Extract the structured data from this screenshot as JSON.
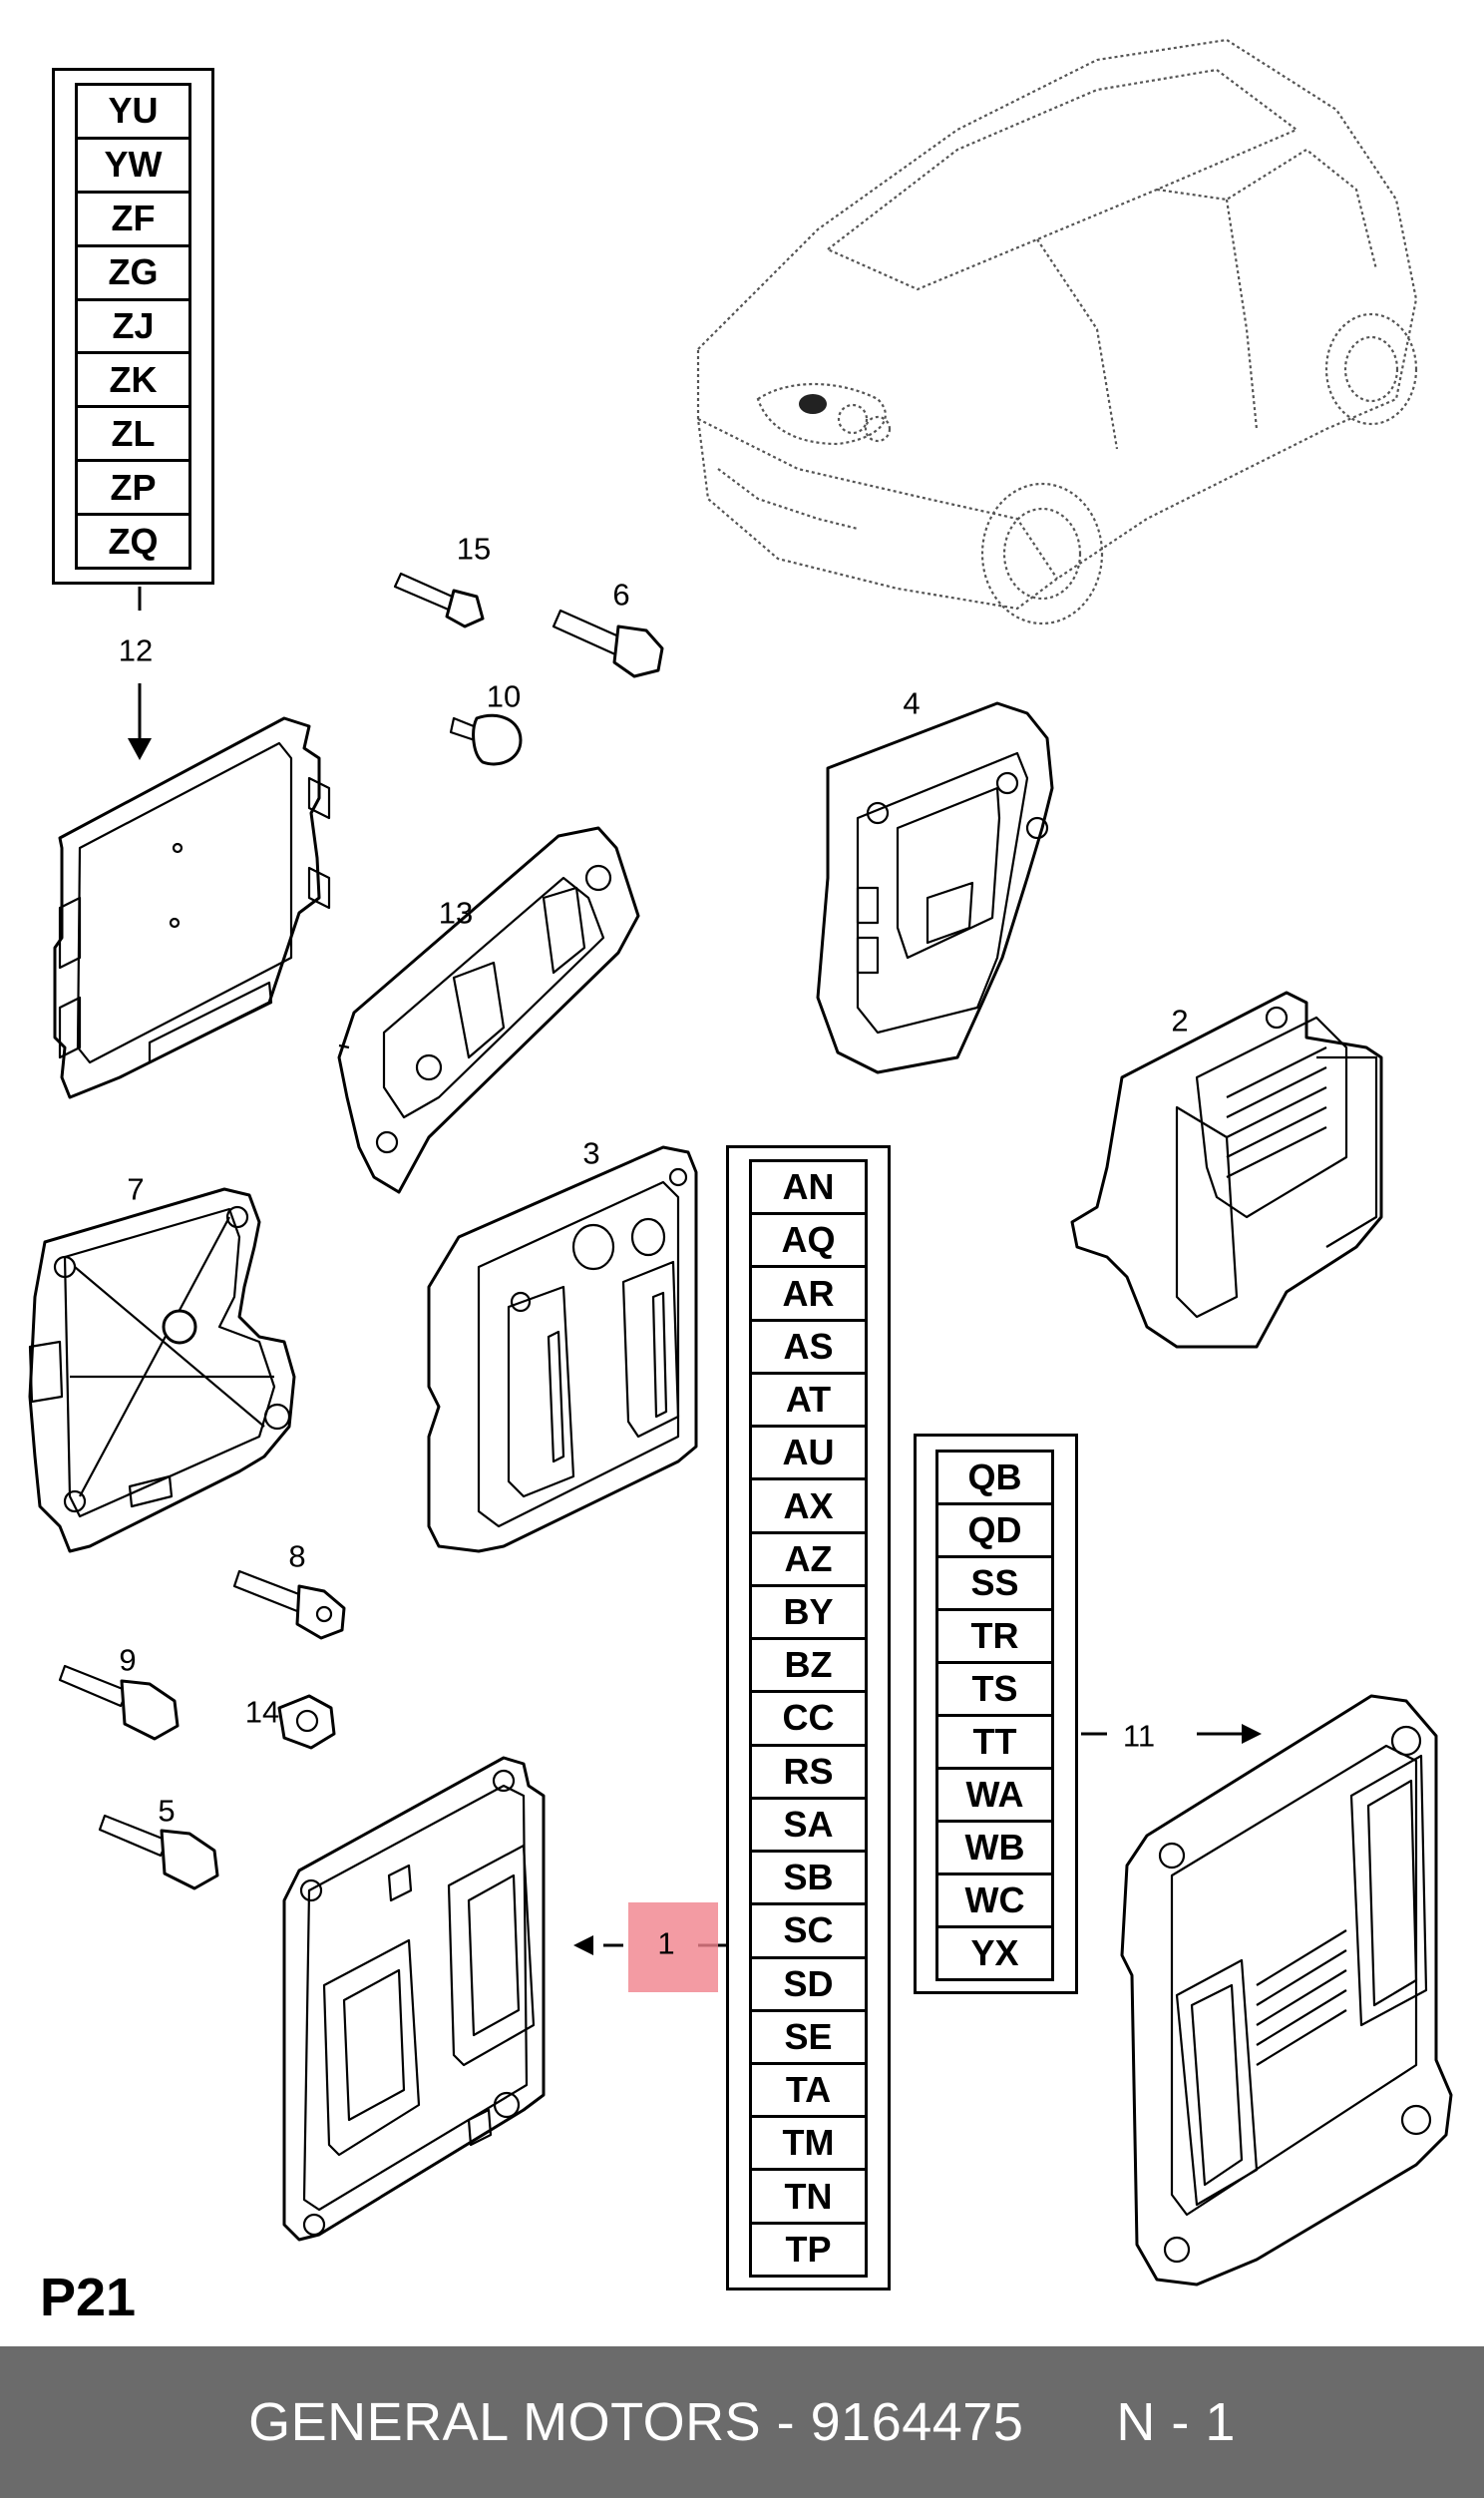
{
  "codes": {
    "group_12": [
      "YU",
      "YW",
      "ZF",
      "ZG",
      "ZJ",
      "ZK",
      "ZL",
      "ZP",
      "ZQ"
    ],
    "group_1": [
      "AN",
      "AQ",
      "AR",
      "AS",
      "AT",
      "AU",
      "AX",
      "AZ",
      "BY",
      "BZ",
      "CC",
      "RS",
      "SA",
      "SB",
      "SC",
      "SD",
      "SE",
      "TA",
      "TM",
      "TN",
      "TP"
    ],
    "group_11": [
      "QB",
      "QD",
      "SS",
      "TR",
      "TS",
      "TT",
      "WA",
      "WB",
      "WC",
      "YX"
    ]
  },
  "callouts": {
    "n1": "1",
    "n2": "2",
    "n3": "3",
    "n4": "4",
    "n5": "5",
    "n6": "6",
    "n7": "7",
    "n8": "8",
    "n9": "9",
    "n10": "10",
    "n11": "11",
    "n12": "12",
    "n13": "13",
    "n14": "14",
    "n15": "15"
  },
  "page_ref": "P21",
  "footer": {
    "text": "GENERAL MOTORS - 9164475",
    "suffix": "N - 1"
  },
  "colors": {
    "highlight": "#f0828c",
    "footer_bg": "#6b6b6b",
    "footer_text": "#ffffff"
  }
}
